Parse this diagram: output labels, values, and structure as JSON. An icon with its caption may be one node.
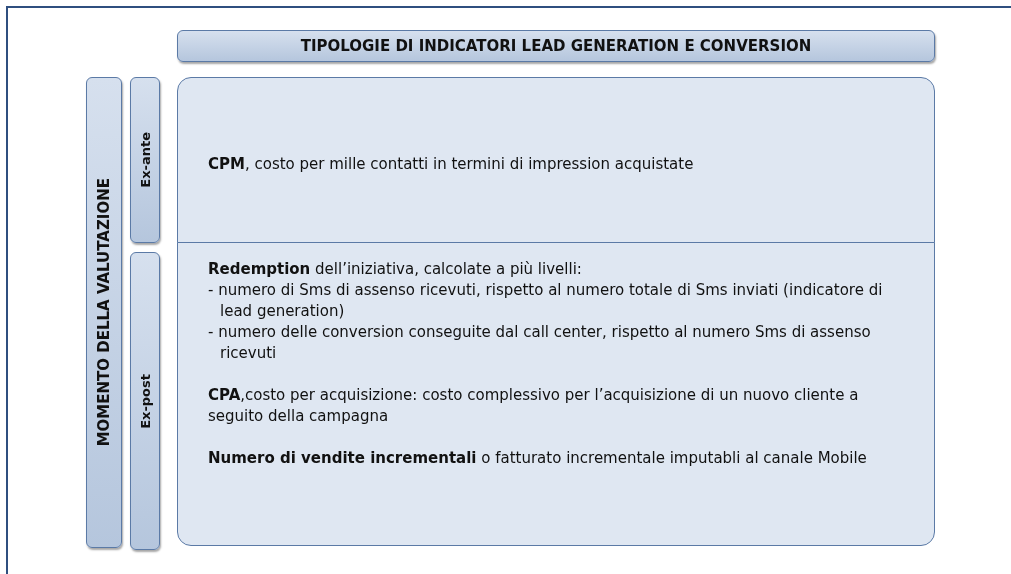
{
  "diagram": {
    "nodes": [
      {
        "text": [
          "TIPOLOGIE DI INDICATORI LEAD GENERATION E CONVERSION"
        ]
      },
      {
        "text": [
          "MOMENTO DELLA VALUTAZIONE"
        ]
      },
      {
        "text": [
          "Ex-ante"
        ]
      },
      {
        "text": [
          "Ex-post"
        ]
      },
      {
        "text": [
          "**CPM**, costo per mille contatti in termini di impression acquistate"
        ]
      },
      {
        "text": [
          "**Redemption** dell’iniziativa, calcolate a più livelli:",
          "- numero di Sms di assenso ricevuti, rispetto al numero totale di Sms inviati (indicatore di lead generation)",
          "- numero delle conversion conseguite dal call center, rispetto al numero Sms di assenso ricevuti",
          "**CPA**,costo per acquisizione: costo complessivo per l’acquisizione di un nuovo cliente a seguito della campagna",
          "**Numero di vendite incrementali** o fatturato incrementale imputabli al canale Mobile"
        ]
      }
    ]
  }
}
